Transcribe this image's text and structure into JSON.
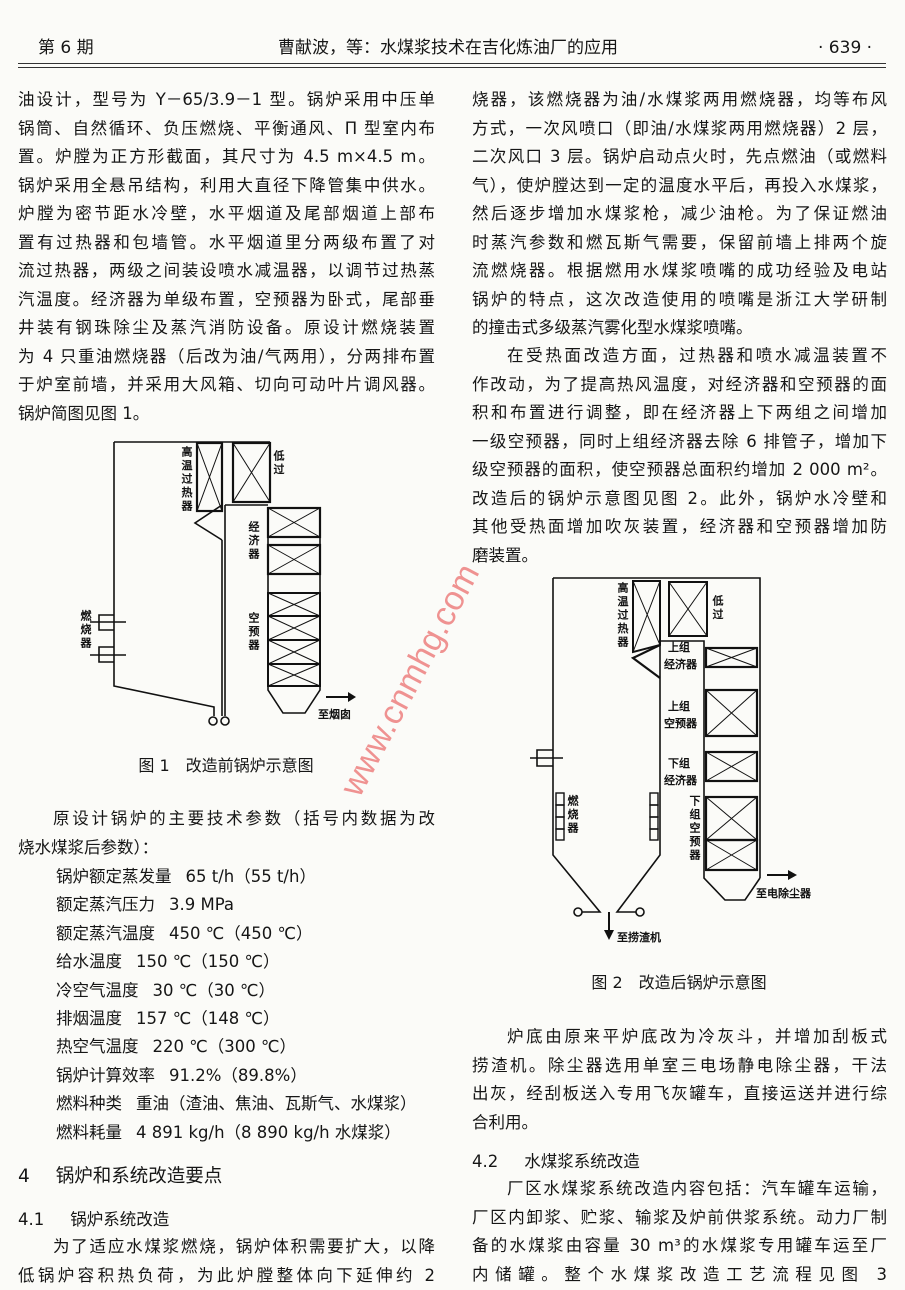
{
  "header": {
    "issue": "第 6 期",
    "running_title": "曹献波，等：水煤浆技术在吉化炼油厂的应用",
    "page_number": "· 639 ·"
  },
  "left_column": {
    "para1": [
      "油设计，型号为 Y－65/3.9－1 型。锅炉采用中压单",
      "锅筒、自然循环、负压燃烧、平衡通风、Π 型室内布",
      "置。炉膛为正方形截面，其尺寸为 4.5 m×4.5 m。",
      "锅炉采用全悬吊结构，利用大直径下降管集中供水。",
      "炉膛为密节距水冷壁，水平烟道及尾部烟道上部布",
      "置有过热器和包墙管。水平烟道里分两级布置了对",
      "流过热器，两级之间装设喷水减温器，以调节过热蒸",
      "汽温度。经济器为单级布置，空预器为卧式，尾部垂",
      "井装有钢珠除尘及蒸汽消防设备。原设计燃烧装置",
      "为 4 只重油燃烧器（后改为油/气两用），分两排布置",
      "于炉室前墙，并采用大风箱、切向可动叶片调风器。",
      "锅炉简图见图 1。"
    ],
    "figure1": {
      "caption": "图 1　改造前锅炉示意图",
      "labels": {
        "high_temp_superheater": "高温过热器",
        "low_superheater": "低过",
        "economizer": "经济器",
        "air_preheater": "空预器",
        "burner": "燃烧器",
        "to_chimney": "至烟囱"
      }
    },
    "params_intro": [
      "原设计锅炉的主要技术参数（括号内数据为改",
      "烧水煤浆后参数）："
    ],
    "params": [
      {
        "name": "锅炉额定蒸发量",
        "value": "65 t/h（55 t/h）"
      },
      {
        "name": "额定蒸汽压力",
        "value": "3.9 MPa"
      },
      {
        "name": "额定蒸汽温度",
        "value": "450 ℃（450 ℃）"
      },
      {
        "name": "给水温度",
        "value": "150 ℃（150 ℃）"
      },
      {
        "name": "冷空气温度",
        "value": "30 ℃（30 ℃）"
      },
      {
        "name": "排烟温度",
        "value": "157 ℃（148 ℃）"
      },
      {
        "name": "热空气温度",
        "value": "220 ℃（300 ℃）"
      },
      {
        "name": "锅炉计算效率",
        "value": "91.2%（89.8%）"
      },
      {
        "name": "燃料种类",
        "value": "重油（渣油、焦油、瓦斯气、水煤浆）"
      },
      {
        "name": "燃料耗量",
        "value": "4 891 kg/h（8 890 kg/h 水煤浆）"
      }
    ],
    "section4": {
      "number": "4",
      "title": "锅炉和系统改造要点"
    },
    "section4_1": {
      "number": "4.1",
      "title": "锅炉系统改造"
    },
    "para_4_1": [
      "为了适应水煤浆燃烧，锅炉体积需要扩大，以降",
      "低锅炉容积热负荷，为此炉膛整体向下延伸约 2"
    ]
  },
  "right_column": {
    "para1": [
      "烧器，该燃烧器为油/水煤浆两用燃烧器，均等布风",
      "方式，一次风喷口（即油/水煤浆两用燃烧器）2 层，",
      "二次风口 3 层。锅炉启动点火时，先点燃油（或燃料",
      "气），使炉膛达到一定的温度水平后，再投入水煤浆，",
      "然后逐步增加水煤浆枪，减少油枪。为了保证燃油",
      "时蒸汽参数和燃瓦斯气需要，保留前墙上排两个旋",
      "流燃烧器。根据燃用水煤浆喷嘴的成功经验及电站",
      "锅炉的特点，这次改造使用的喷嘴是浙江大学研制",
      "的撞击式多级蒸汽雾化型水煤浆喷嘴。"
    ],
    "para2": [
      "在受热面改造方面，过热器和喷水减温装置不",
      "作改动，为了提高热风温度，对经济器和空预器的面",
      "积和布置进行调整，即在经济器上下两组之间增加",
      "一级空预器，同时上组经济器去除 6 排管子，增加下",
      "级空预器的面积，使空预器总面积约增加 2 000 m²。",
      "改造后的锅炉示意图见图 2。此外，锅炉水冷壁和",
      "其他受热面增加吹灰装置，经济器和空预器增加防",
      "磨装置。"
    ],
    "figure2": {
      "caption": "图 2　改造后锅炉示意图",
      "labels": {
        "high_temp_superheater": "高温过热器",
        "low_superheater": "低过",
        "upper_economizer_1": "上组",
        "upper_economizer_2": "经济器",
        "upper_preheater_1": "上组",
        "upper_preheater_2": "空预器",
        "lower_economizer_1": "下组",
        "lower_economizer_2": "经济器",
        "lower_preheater": "下组空预器",
        "burner": "燃烧器",
        "to_precipitator": "至电除尘器",
        "to_slag_remover": "至捞渣机"
      }
    },
    "para3": [
      "炉底由原来平炉底改为冷灰斗，并增加刮板式",
      "捞渣机。除尘器选用单室三电场静电除尘器，干法",
      "出灰，经刮板送入专用飞灰罐车，直接运送并进行综",
      "合利用。"
    ],
    "section4_2": {
      "number": "4.2",
      "title": "水煤浆系统改造"
    },
    "para4": [
      "厂区水煤浆系统改造内容包括：汽车罐车运输，",
      "厂区内卸浆、贮浆、输浆及炉前供浆系统。动力厂制",
      "备的水煤浆由容量 30 m³的水煤浆专用罐车运至厂",
      "内储罐。整个水煤浆改造工艺流程见图 3"
    ]
  },
  "watermark": "www.cnmhg.com"
}
